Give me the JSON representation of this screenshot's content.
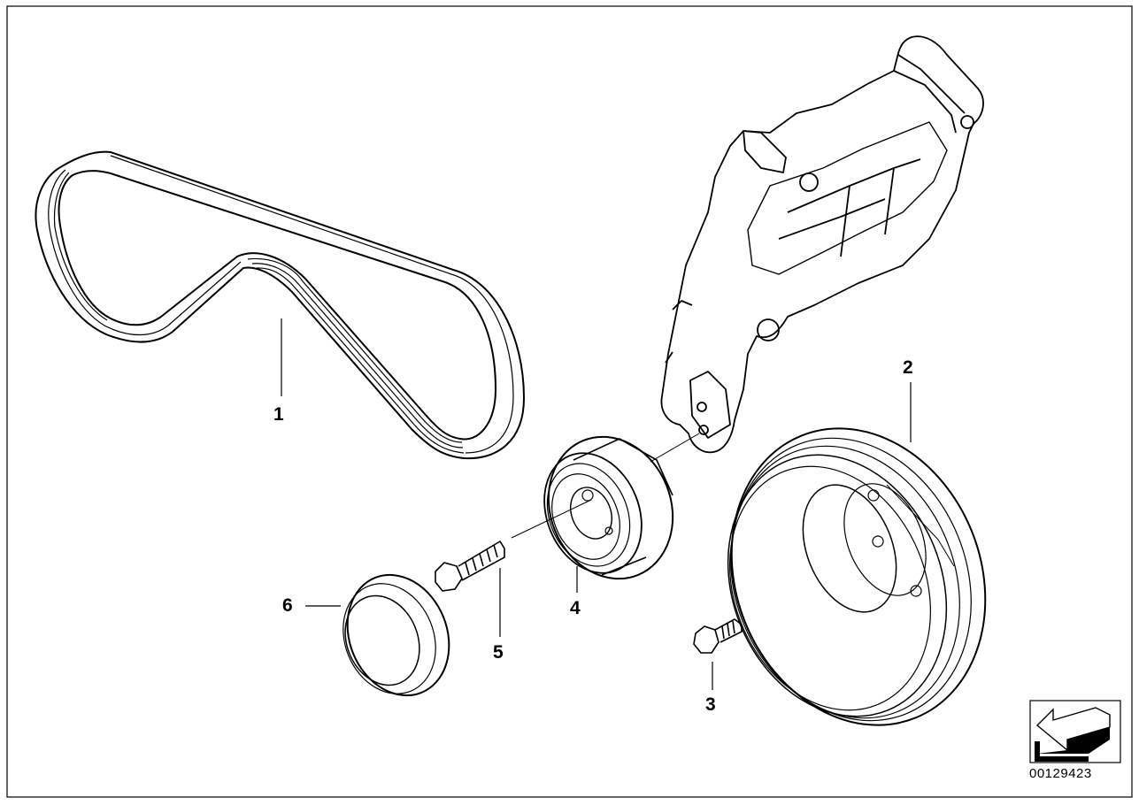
{
  "callouts": {
    "belt": "1",
    "pulley": "2",
    "pulley_bolt": "3",
    "tensioner": "4",
    "tensioner_bolt": "5",
    "cap": "6"
  },
  "diagram_id": "00129423",
  "icons": {
    "orientation": "arrow-icon"
  }
}
